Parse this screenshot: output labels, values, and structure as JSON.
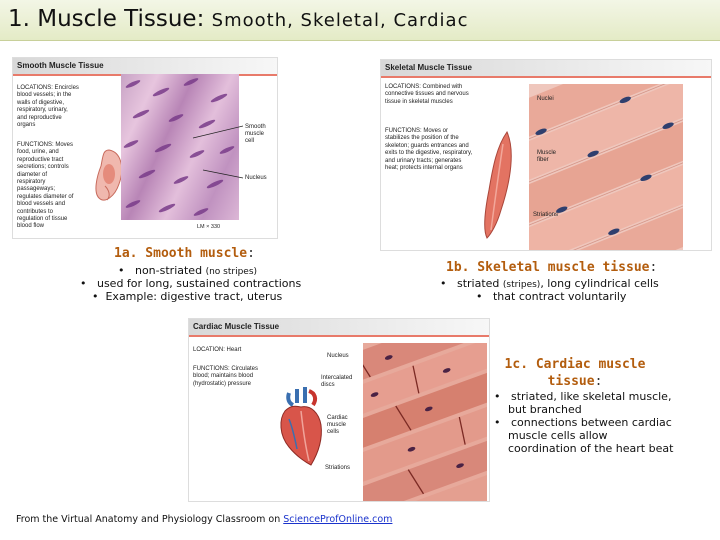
{
  "slide": {
    "title": "1. Muscle Tissue:",
    "subtitle": "Smooth, Skeletal, Cardiac"
  },
  "smooth": {
    "panel_title": "Smooth Muscle Tissue",
    "info_location": "LOCATIONS: Encircles blood vessels; in the walls of digestive, respiratory, urinary, and reproductive organs",
    "info_function": "FUNCTIONS: Moves food, urine, and reproductive tract secretions; controls diameter of respiratory passageways; regulates diameter of blood vessels and contributes to regulation of tissue blood flow",
    "label_cell": "Smooth muscle cell",
    "label_nucleus": "Nucleus",
    "magnification": "LM × 330",
    "heading": "1a. Smooth muscle",
    "bullet1_main": "non-striated ",
    "bullet1_small": "(no stripes)",
    "bullet2": "used for long, sustained contractions",
    "bullet3": "Example: digestive tract, uterus"
  },
  "skeletal": {
    "panel_title": "Skeletal Muscle Tissue",
    "info_location": "LOCATIONS: Combined with connective tissues and nervous tissue in skeletal muscles",
    "info_function": "FUNCTIONS: Moves or stabilizes the position of the skeleton; guards entrances and exits to the digestive, respiratory, and urinary tracts; generates heat; protects internal organs",
    "label_nuclei": "Nuclei",
    "label_fiber": "Muscle fiber",
    "label_striations": "Striations",
    "heading": "1b. Skeletal muscle tissue",
    "bullet1_main": "striated ",
    "bullet1_small": "(stripes)",
    "bullet1_rest": ", long cylindrical cells",
    "bullet2": "that contract voluntarily"
  },
  "cardiac": {
    "panel_title": "Cardiac Muscle Tissue",
    "info_location": "LOCATION: Heart",
    "info_function": "FUNCTIONS: Circulates blood; maintains blood (hydrostatic) pressure",
    "label_nucleus": "Nucleus",
    "label_discs": "Intercalated discs",
    "label_cells": "Cardiac muscle cells",
    "label_striations": "Striations",
    "heading_line1": "1c. Cardiac muscle",
    "heading_line2": "tissue",
    "bullet1": "striated, like skeletal muscle, but branched",
    "bullet2": "connections between cardiac muscle cells allow coordination of the heart beat"
  },
  "footer": {
    "text": "From the Virtual Anatomy and Physiology Classroom on ",
    "link": "ScienceProfOnline.com"
  }
}
